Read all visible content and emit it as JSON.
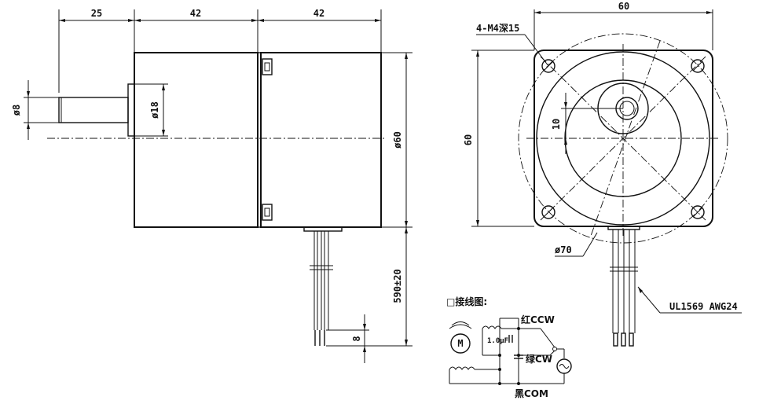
{
  "side_view": {
    "dim_shaft_length": "25",
    "dim_gear_length": "42",
    "dim_motor_length": "42",
    "dim_shaft_dia": "ø8",
    "dim_boss_dia": "ø18",
    "dim_body_height": "ø60",
    "dim_lead_length": "590±20",
    "dim_strip_length": "8"
  },
  "front_view": {
    "dim_width": "60",
    "dim_height": "60",
    "dim_offset": "10",
    "dim_pcd": "ø70",
    "screw_holes": "4-M4深15",
    "wire_label": "UL1569 AWG24"
  },
  "wiring": {
    "title": "□接线图:",
    "motor_symbol": "M",
    "capacitor": "1.0μF",
    "red_wire": "红CCW",
    "green_wire": "绿CW",
    "black_wire": "黑COM"
  }
}
